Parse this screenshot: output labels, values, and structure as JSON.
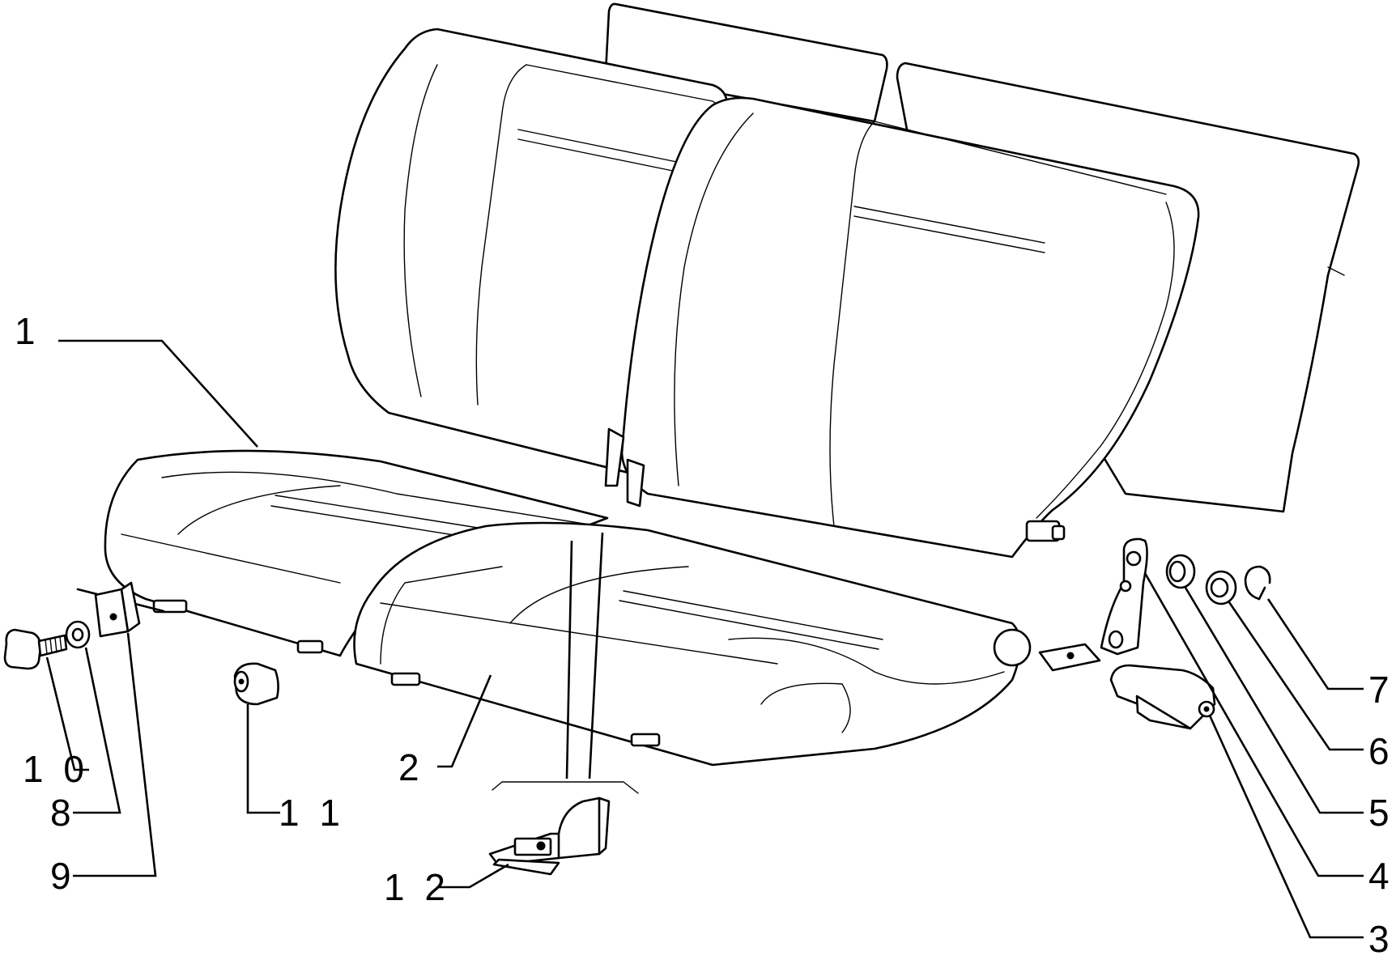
{
  "diagram": {
    "callouts": [
      {
        "id": "1",
        "text": "1"
      },
      {
        "id": "2",
        "text": "2"
      },
      {
        "id": "3",
        "text": "3"
      },
      {
        "id": "4",
        "text": "4"
      },
      {
        "id": "5",
        "text": "5"
      },
      {
        "id": "6",
        "text": "6"
      },
      {
        "id": "7",
        "text": "7"
      },
      {
        "id": "8",
        "text": "8"
      },
      {
        "id": "9",
        "text": "9"
      },
      {
        "id": "10",
        "text": "1 0"
      },
      {
        "id": "11",
        "text": "1 1"
      },
      {
        "id": "12",
        "text": "1 2"
      }
    ],
    "line_color": "#000000",
    "background_color": "#ffffff"
  }
}
